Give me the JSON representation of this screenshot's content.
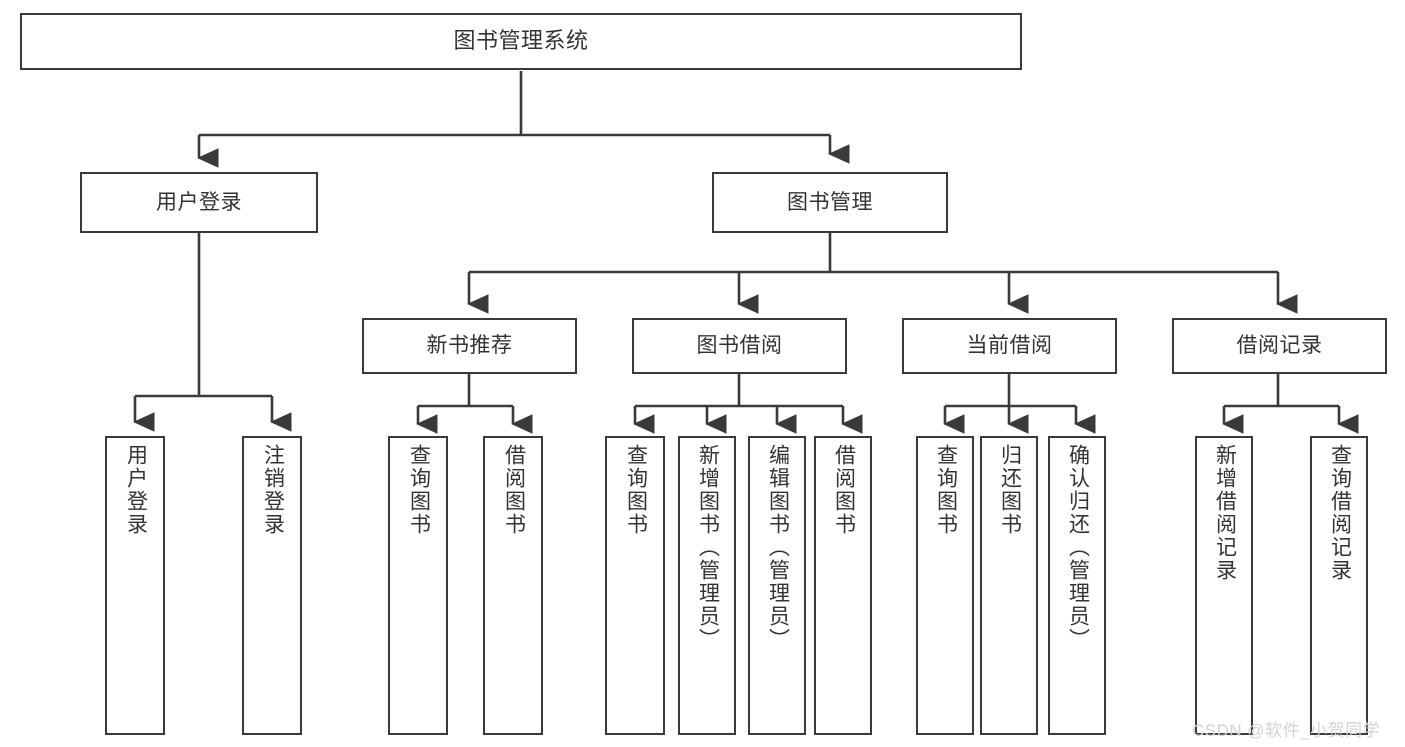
{
  "diagram": {
    "type": "tree-hierarchy-chart",
    "title": "图书管理系统",
    "background": "#ffffff",
    "stroke_color": "#3a3a3a",
    "text_color": "#333333",
    "watermark": "CSDN @软件_小贺同学",
    "watermark_color": "#d2d2d2",
    "nodes": {
      "root": {
        "label": "图书管理系统"
      },
      "level1": [
        {
          "label": "用户登录"
        },
        {
          "label": "图书管理"
        }
      ],
      "level2": [
        {
          "label": "新书推荐"
        },
        {
          "label": "图书借阅"
        },
        {
          "label": "当前借阅"
        },
        {
          "label": "借阅记录"
        }
      ],
      "leaves_user_login": [
        {
          "label": "用户登录"
        },
        {
          "label": "注销登录"
        }
      ],
      "leaves_new_book": [
        {
          "label": "查询图书"
        },
        {
          "label": "借阅图书"
        }
      ],
      "leaves_borrow": [
        {
          "label": "查询图书"
        },
        {
          "label": "新增图书（管理员）"
        },
        {
          "label": "编辑图书（管理员）"
        },
        {
          "label": "借阅图书"
        }
      ],
      "leaves_current": [
        {
          "label": "查询图书"
        },
        {
          "label": "归还图书"
        },
        {
          "label": "确认归还（管理员）"
        }
      ],
      "leaves_record": [
        {
          "label": "新增借阅记录"
        },
        {
          "label": "查询借阅记录"
        }
      ]
    }
  }
}
